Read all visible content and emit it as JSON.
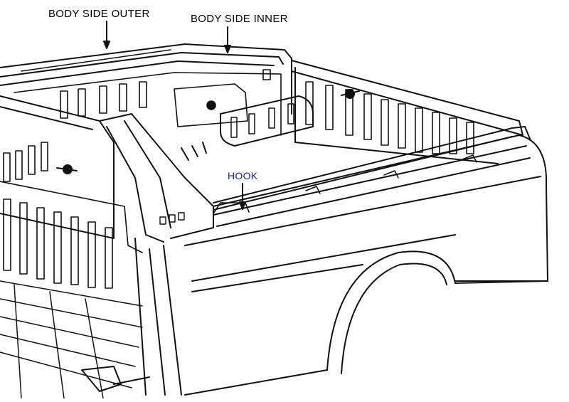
{
  "labels": {
    "body_side_outer": "BODY SIDE OUTER",
    "body_side_inner": "BODY SIDE INNER",
    "hook": "HOOK"
  },
  "colors": {
    "ink": "#111111",
    "hook_label": "#1a1aa6",
    "paper": "#ffffff"
  }
}
